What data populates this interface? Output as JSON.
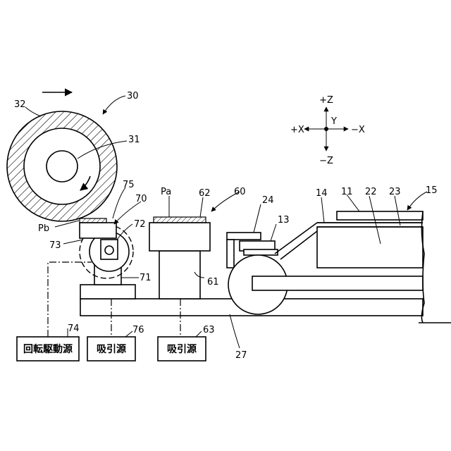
{
  "labels": {
    "n30": "30",
    "n31": "31",
    "n32": "32",
    "n70": "70",
    "n75": "75",
    "n72": "72",
    "n73": "73",
    "n71": "71",
    "pb": "Pb",
    "pa": "Pa",
    "n60": "60",
    "n62": "62",
    "n61": "61",
    "n24": "24",
    "n13": "13",
    "n14": "14",
    "n11": "11",
    "n22": "22",
    "n23": "23",
    "n15": "15",
    "n74": "74",
    "n76": "76",
    "n63": "63",
    "n27": "27"
  },
  "axes": {
    "pz": "+Z",
    "mz": "−Z",
    "px": "+X",
    "mx": "−X",
    "y": "Y"
  },
  "boxes": {
    "rotation_drive": "回転駆動源",
    "suction_76": "吸引源",
    "suction_63": "吸引源"
  }
}
